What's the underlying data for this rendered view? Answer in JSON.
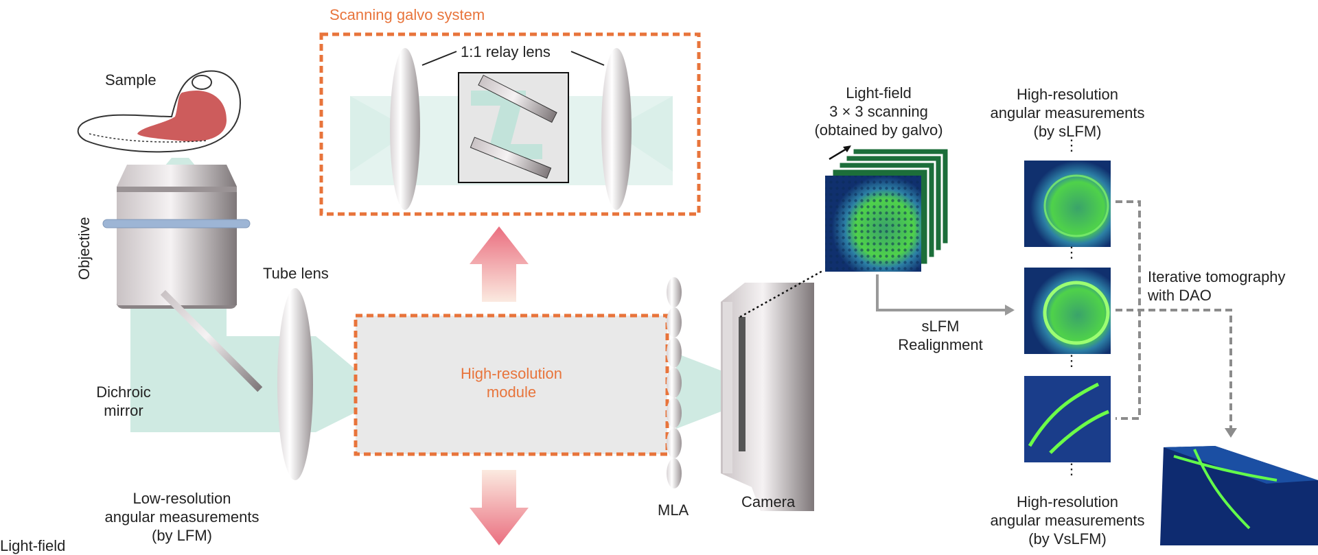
{
  "labels": {
    "scanning_galvo_system": "Scanning galvo system",
    "relay_lens": "1:1 relay lens",
    "sample": "Sample",
    "objective": "Objective",
    "tube_lens": "Tube lens",
    "dichroic_mirror": [
      "Dichroic",
      "mirror"
    ],
    "high_resolution_module": [
      "High-resolution",
      "module"
    ],
    "mla": "MLA",
    "camera": "Camera",
    "low_resolution": [
      "Low-resolution",
      "angular measurements",
      "(by LFM)"
    ],
    "light_field_cut": "Light-field",
    "light_field_scanning": [
      "Light-field",
      "3 × 3 scanning",
      "(obtained by galvo)"
    ],
    "slfm_realignment": [
      "sLFM",
      "Realignment"
    ],
    "high_res_slfm": [
      "High-resolution",
      "angular measurements",
      "(by sLFM)"
    ],
    "high_res_vslfm": [
      "High-resolution",
      "angular measurements",
      "(by VsLFM)"
    ],
    "iterative_tomography": [
      "Iterative tomography",
      "with DAO"
    ],
    "ellipsis": "⋮"
  },
  "colors": {
    "accent_orange": "#e8743b",
    "beam_teal": "#bfe3d9",
    "sample_red": "#cd5c5c",
    "arrow_pink": "#ea6e7f",
    "module_fill": "#e9e9e9",
    "fluor_green": "#4fd24a",
    "fluor_blue": "#1f3f8f"
  },
  "icons": [
    "objective-icon",
    "tube-lens-icon",
    "dichroic-mirror-icon",
    "relay-lens-icon",
    "galvo-mirror-icon",
    "mla-icon",
    "camera-icon",
    "sample-icon",
    "volume-3d-icon"
  ]
}
